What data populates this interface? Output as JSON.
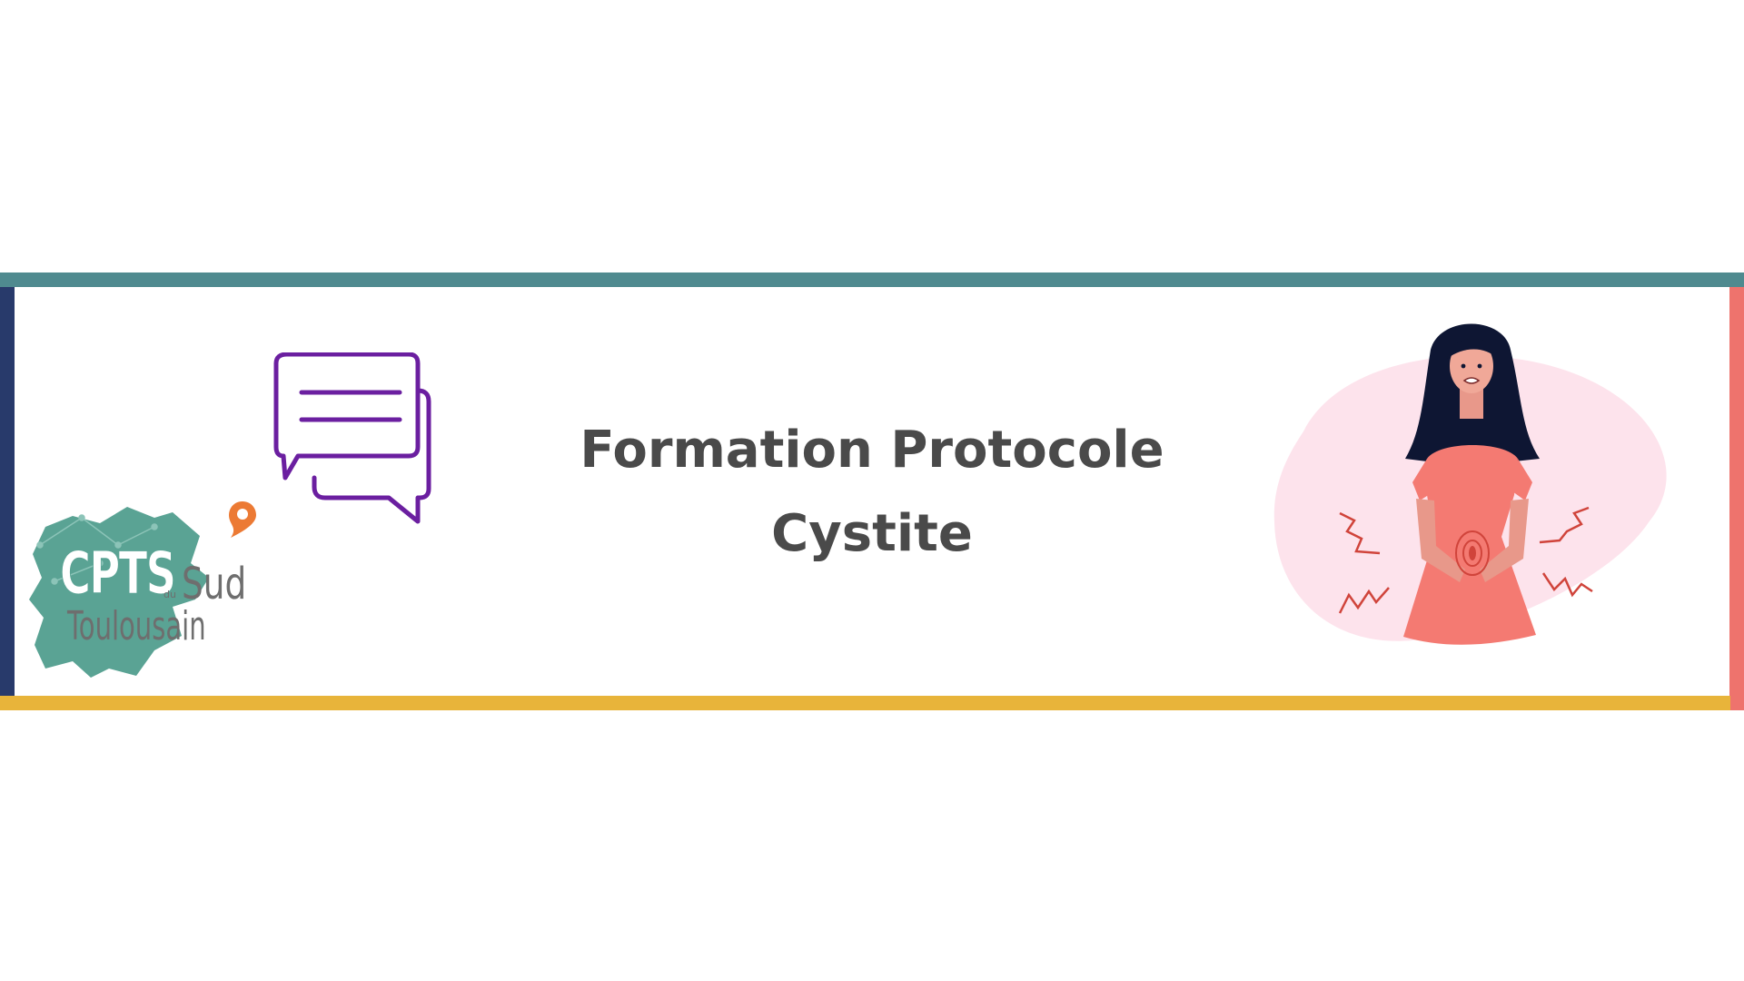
{
  "banner": {
    "title_line1": "Formation Protocole",
    "title_line2": "Cystite"
  },
  "logo": {
    "text_cpts": "CPTS",
    "text_du": "du",
    "text_sud": "Sud",
    "text_toulousain": "Toulousain"
  },
  "icons": {
    "chat": "chat-bubbles-icon",
    "location": "location-pin-icon"
  },
  "colors": {
    "top_bar": "#4f8a8f",
    "bottom_bar": "#e8b43a",
    "left_bar": "#283a6b",
    "right_bar": "#ee736d",
    "title_text": "#4a4a4a",
    "chat_icon": "#6b1fa0",
    "logo_map": "#5aa394",
    "logo_text": "#6e6e6e",
    "location_pin": "#ec7a34",
    "blob": "#fde3ec",
    "dress": "#f47a72"
  }
}
